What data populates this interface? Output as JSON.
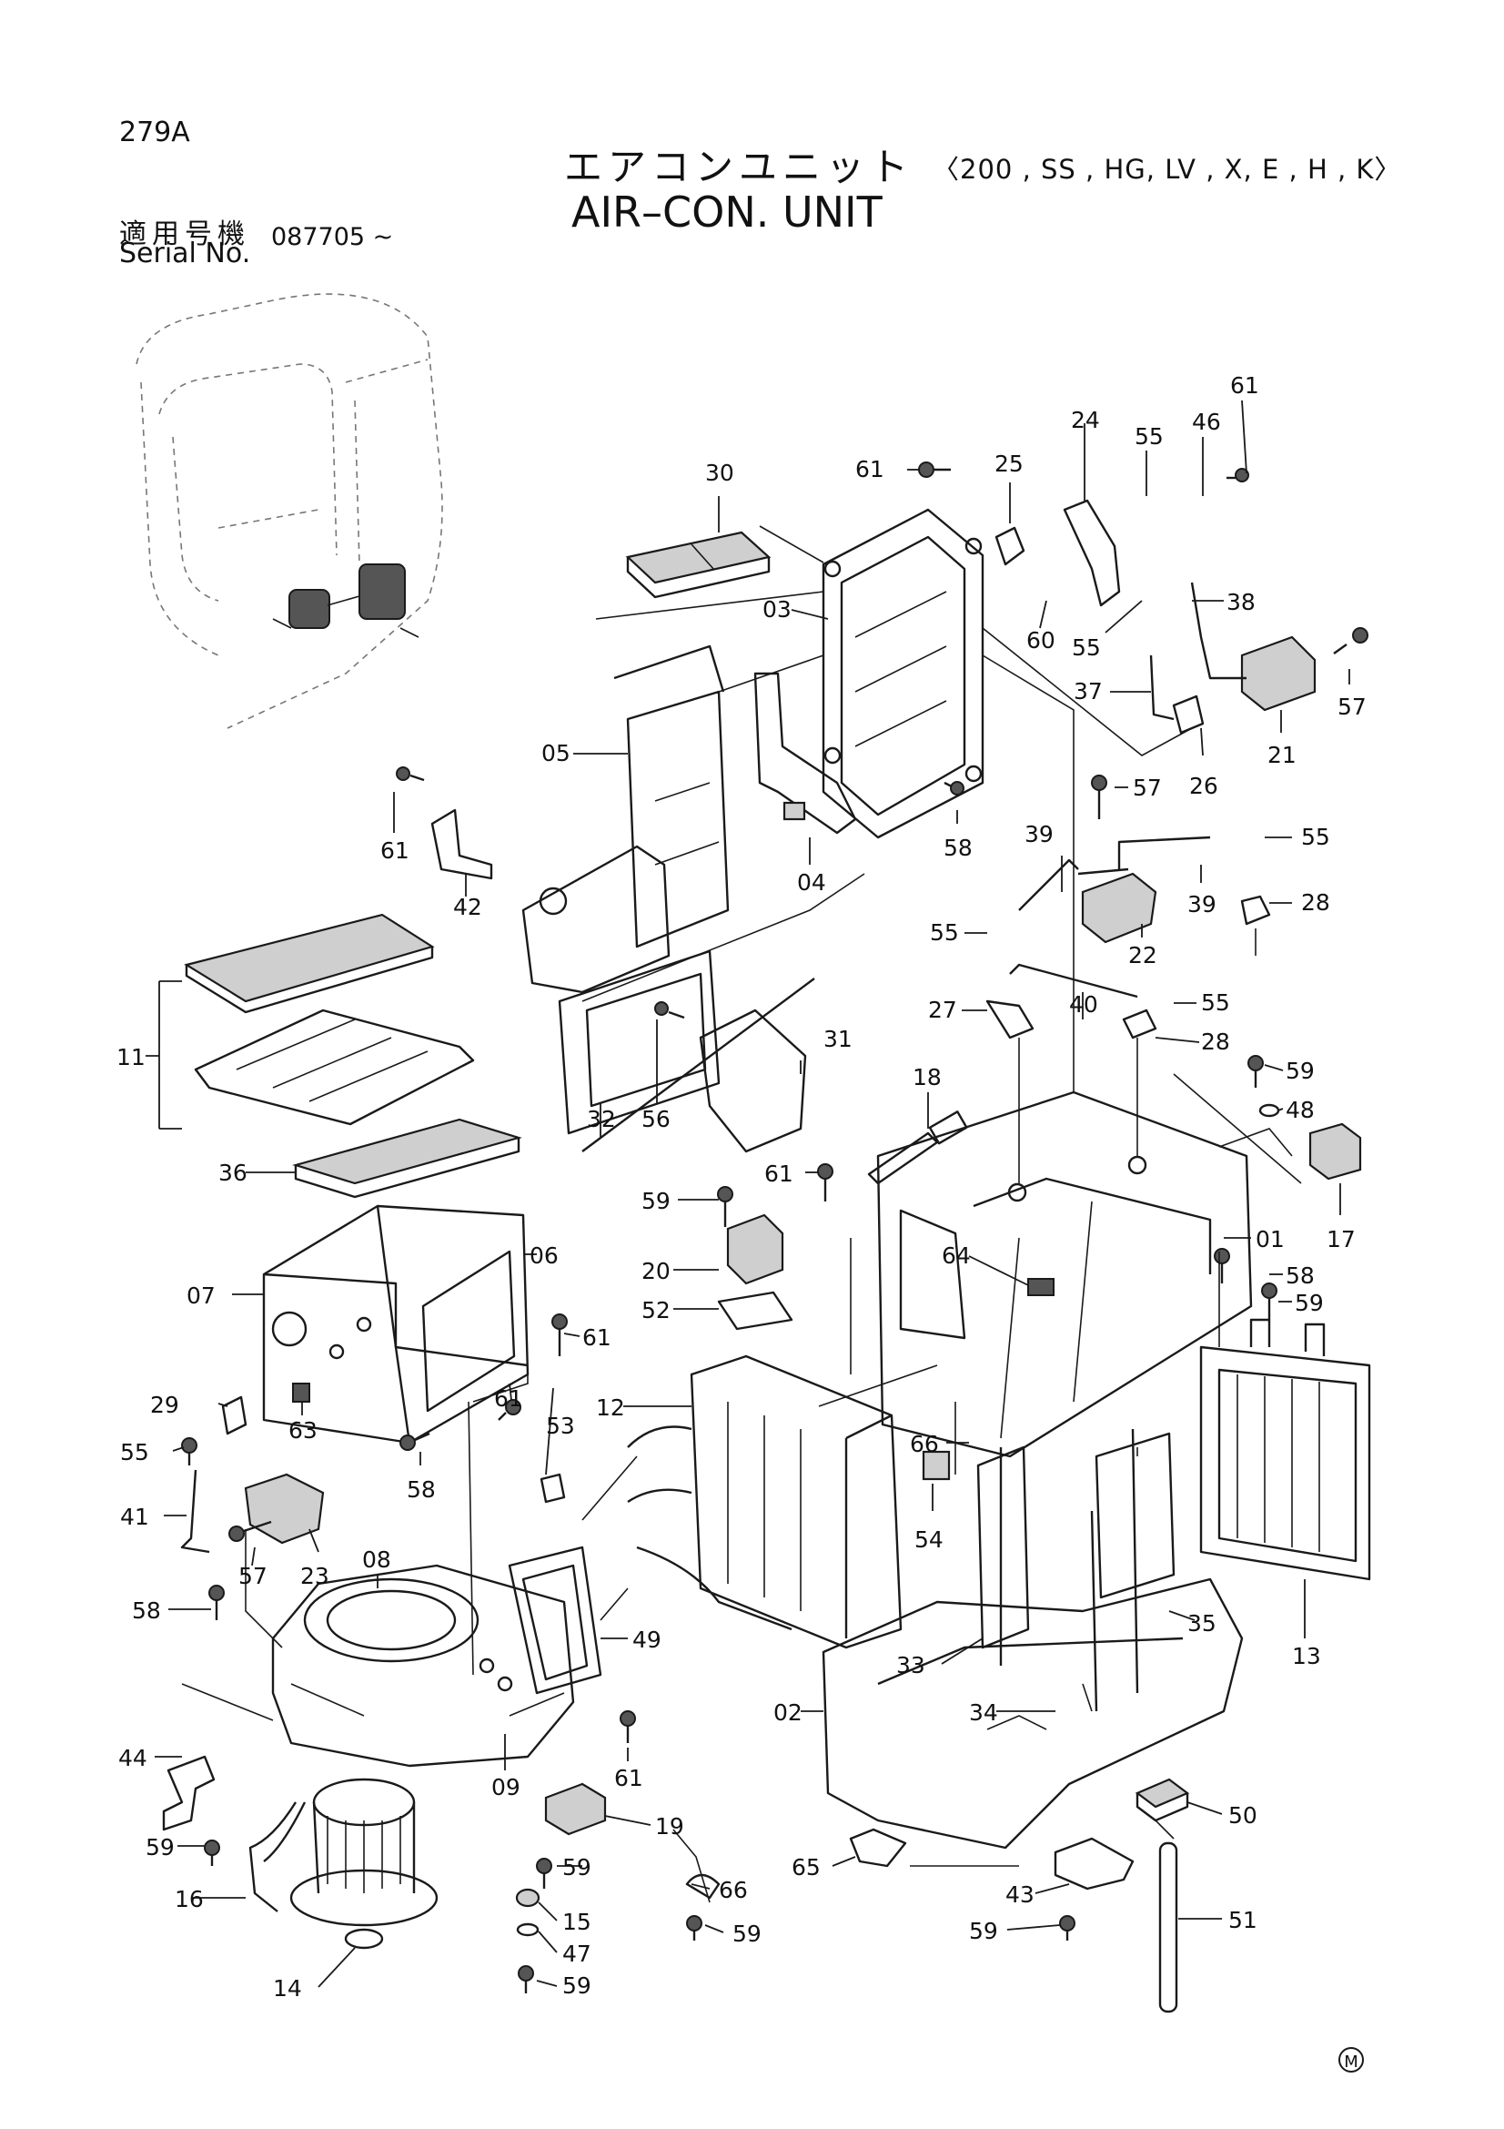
{
  "page_code": "279A",
  "title_jp": "エアコンユニット",
  "title_variants": "〈200 , SS , HG, LV , X, E , H , K〉",
  "title_en": "AIR–CON. UNIT",
  "serial_label_jp": "適用号機",
  "serial_label_en": "Serial No.",
  "serial_value": "087705 ~",
  "footer_mark": "M",
  "callouts": {
    "p61a": "61",
    "p46": "46",
    "p55a": "55",
    "p24": "24",
    "p25": "25",
    "p61b": "61",
    "p30": "30",
    "p03": "03",
    "p60": "60",
    "p55b": "55",
    "p38": "38",
    "p37": "37",
    "p57a": "57",
    "p21": "21",
    "p26": "26",
    "p05": "05",
    "p61c": "61",
    "p42": "42",
    "p04": "04",
    "p58a": "58",
    "p57b": "57",
    "p39a": "39",
    "p55c": "55",
    "p39b": "39",
    "p28a": "28",
    "p22": "22",
    "p11": "11",
    "p55d": "55",
    "p27": "27",
    "p40": "40",
    "p55e": "55",
    "p28b": "28",
    "p31": "31",
    "p32": "32",
    "p56": "56",
    "p18": "18",
    "p59a": "59",
    "p48": "48",
    "p36": "36",
    "p61d": "61",
    "p59b": "59",
    "p17": "17",
    "p01": "01",
    "p20": "20",
    "p64": "64",
    "p58b": "58",
    "p59c": "59",
    "p06": "06",
    "p07": "07",
    "p52": "52",
    "p61e": "61",
    "p12": "12",
    "p61f": "61",
    "p53": "53",
    "p29": "29",
    "p63": "63",
    "p66a": "66",
    "p55f": "55",
    "p58c": "58",
    "p54": "54",
    "p41": "41",
    "p23": "23",
    "p57c": "57",
    "p08": "08",
    "p58d": "58",
    "p49": "49",
    "p35": "35",
    "p13": "13",
    "p33": "33",
    "p34": "34",
    "p02": "02",
    "p44": "44",
    "p61g": "61",
    "p09": "09",
    "p19": "19",
    "p50": "50",
    "p59d": "59",
    "p59e": "59",
    "p66b": "66",
    "p65": "65",
    "p16": "16",
    "p15": "15",
    "p43": "43",
    "p51": "51",
    "p59f": "59",
    "p47": "47",
    "p14": "14",
    "p59g": "59",
    "p59h": "59"
  }
}
